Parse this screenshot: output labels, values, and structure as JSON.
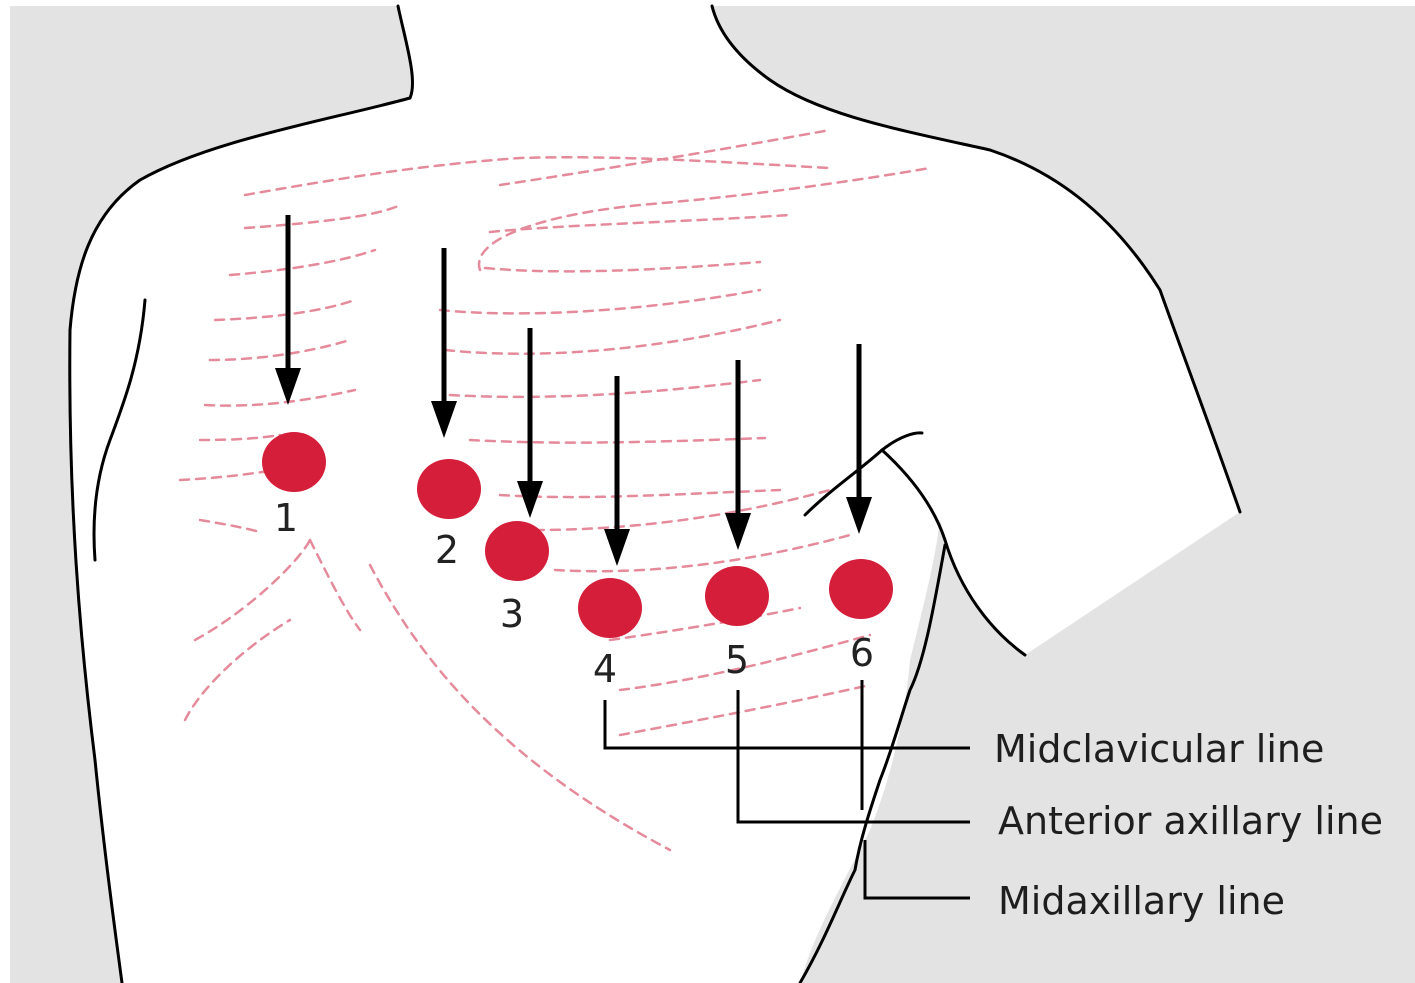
{
  "colors": {
    "background_gray": "#e4e3e4",
    "body_white": "#ffffff",
    "outline": "#000000",
    "electrode_red": "#d41e3a",
    "rib_dash": "#e58a9a",
    "text": "#1e1e1e"
  },
  "electrodes": [
    {
      "number": "1"
    },
    {
      "number": "2"
    },
    {
      "number": "3"
    },
    {
      "number": "4"
    },
    {
      "number": "5"
    },
    {
      "number": "6"
    }
  ],
  "reference_lines": [
    {
      "label": "Midclavicular line"
    },
    {
      "label": "Anterior axillary line"
    },
    {
      "label": "Midaxillary line"
    }
  ]
}
